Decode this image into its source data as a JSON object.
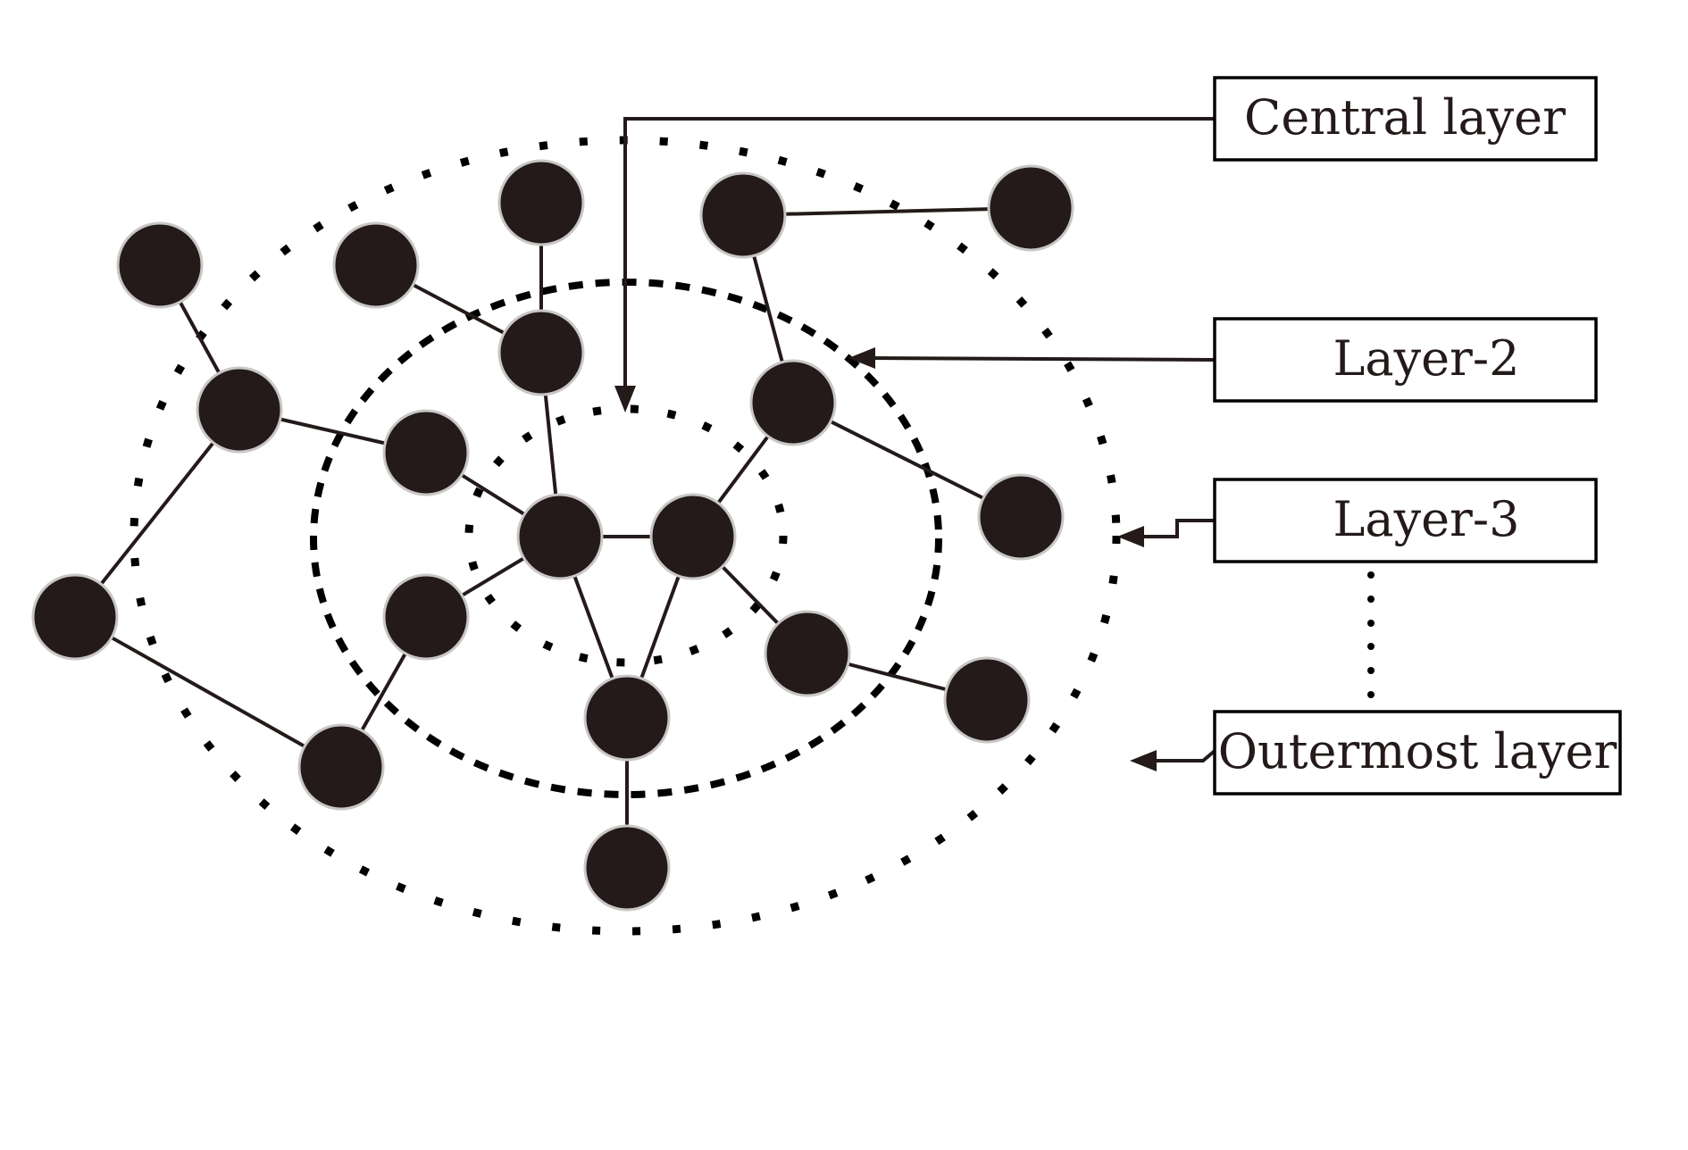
{
  "diagram": {
    "type": "layered-network",
    "colors": {
      "node_fill": "#231a19",
      "node_outline": "#c9c6c6",
      "line": "#231a19",
      "background": "#ffffff"
    },
    "labels": [
      {
        "id": "central",
        "text": "Central layer",
        "points_to": "inner-ring"
      },
      {
        "id": "layer2",
        "text": "Layer-2",
        "points_to": "dashed-ring"
      },
      {
        "id": "layer3",
        "text": "Layer-3",
        "points_to": "outer-ring"
      },
      {
        "id": "outermost",
        "text": "Outermost layer",
        "points_to": "beyond-outer-ring"
      }
    ],
    "rings": [
      {
        "id": "inner-ring",
        "style": "dotted",
        "layer": "Central layer"
      },
      {
        "id": "dashed-ring",
        "style": "dashed",
        "layer": "Layer-2"
      },
      {
        "id": "outer-ring",
        "style": "dotted",
        "layer": "Layer-3"
      }
    ],
    "ellipsis_between": [
      "Layer-3",
      "Outermost layer"
    ],
    "node_count": 19,
    "edges": [
      [
        1,
        6
      ],
      [
        2,
        7
      ],
      [
        3,
        7
      ],
      [
        4,
        5
      ],
      [
        4,
        8
      ],
      [
        6,
        9
      ],
      [
        6,
        13
      ],
      [
        7,
        10
      ],
      [
        9,
        10
      ],
      [
        10,
        11
      ],
      [
        10,
        14
      ],
      [
        10,
        17
      ],
      [
        11,
        17
      ],
      [
        11,
        8
      ],
      [
        11,
        15
      ],
      [
        8,
        12
      ],
      [
        15,
        16
      ],
      [
        14,
        18
      ],
      [
        13,
        18
      ],
      [
        17,
        19
      ]
    ]
  }
}
